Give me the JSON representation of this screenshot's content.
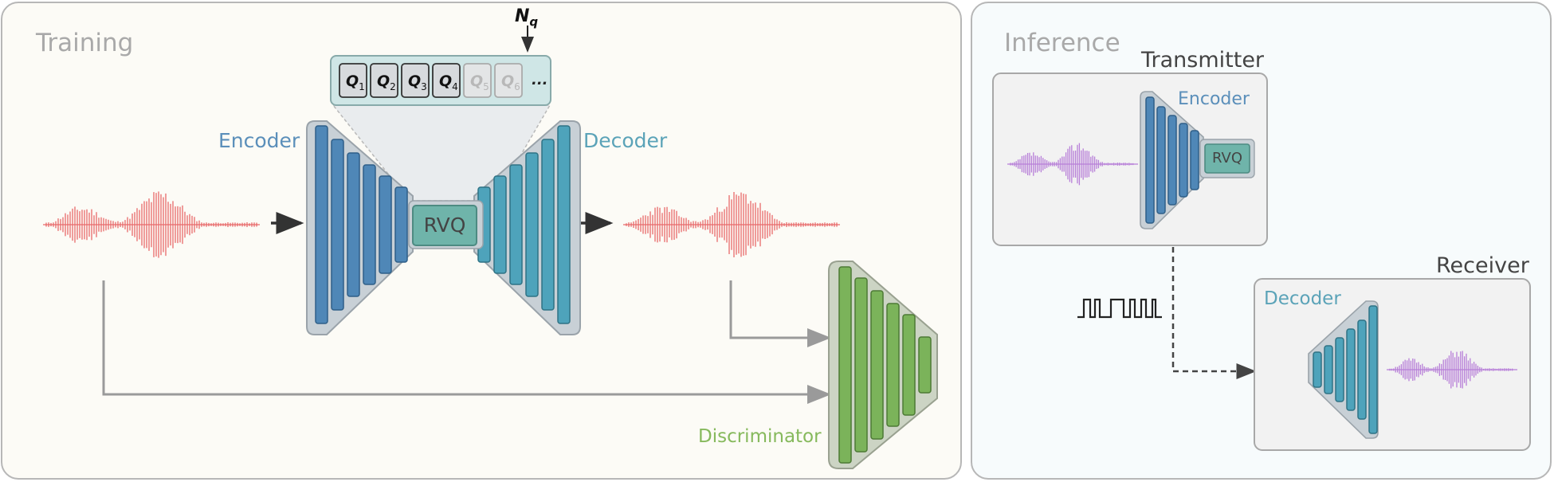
{
  "training": {
    "title": "Training",
    "encoder_label": "Encoder",
    "decoder_label": "Decoder",
    "rvq_label": "RVQ",
    "discriminator_label": "Discriminator",
    "nq_label": "N",
    "nq_sub": "q",
    "quantizers": [
      {
        "label": "Q",
        "sub": "1",
        "active": true
      },
      {
        "label": "Q",
        "sub": "2",
        "active": true
      },
      {
        "label": "Q",
        "sub": "3",
        "active": true
      },
      {
        "label": "Q",
        "sub": "4",
        "active": true
      },
      {
        "label": "Q",
        "sub": "5",
        "active": false
      },
      {
        "label": "Q",
        "sub": "6",
        "active": false
      }
    ],
    "ellipsis": "..."
  },
  "inference": {
    "title": "Inference",
    "transmitter_label": "Transmitter",
    "receiver_label": "Receiver",
    "encoder_label": "Encoder",
    "decoder_label": "Decoder",
    "rvq_label": "RVQ"
  },
  "colors": {
    "encoder_blue": "#4f87b7",
    "decoder_teal": "#4ea3bb",
    "discriminator_green": "#7bb35a",
    "rvq_teal": "#6fb4aa",
    "waveform_red": "#e86a6a",
    "waveform_purple": "#b77fd8"
  }
}
